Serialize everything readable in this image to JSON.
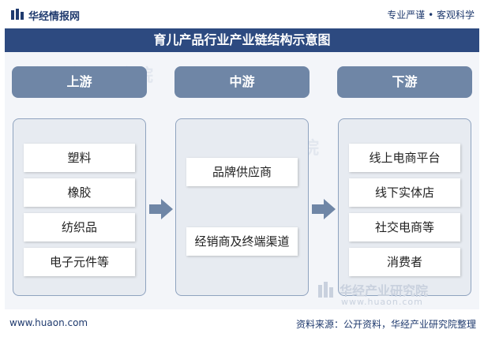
{
  "header": {
    "brand": "华经情报网",
    "slogan": "专业严谨 • 客观科学"
  },
  "title": "育儿产品行业产业链结构示意图",
  "columns": [
    {
      "label": "上游",
      "items": [
        "塑料",
        "橡胶",
        "纺织品",
        "电子元件等"
      ]
    },
    {
      "label": "中游",
      "items": [
        "品牌供应商",
        "经销商及终端渠道"
      ]
    },
    {
      "label": "下游",
      "items": [
        "线上电商平台",
        "线下实体店",
        "社交电商等",
        "消费者"
      ]
    }
  ],
  "watermark": {
    "name": "华经产业研究院",
    "url": "www.huaon.com"
  },
  "footer": {
    "url": "www.huaon.com",
    "source": "资料来源：公开资料，华经产业研究院整理"
  },
  "colors": {
    "title_bar": "#2d4a80",
    "column_header": "#6f86a6",
    "column_box": "#e7ebf1",
    "arrow": "#6f86a6"
  }
}
